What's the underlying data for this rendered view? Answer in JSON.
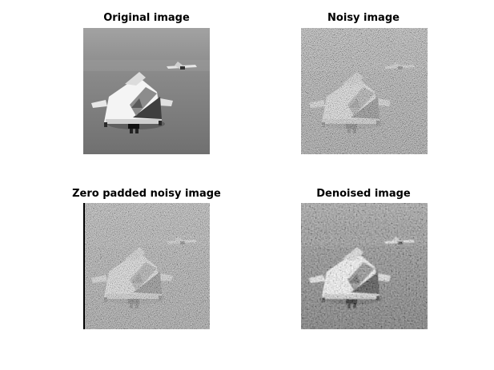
{
  "figure": {
    "background": "#ffffff",
    "panels": [
      {
        "id": "original",
        "title": "Original image",
        "noise": 0.0,
        "zero_padded": false,
        "smooth": false
      },
      {
        "id": "noisy",
        "title": "Noisy image",
        "noise": 1.0,
        "zero_padded": false,
        "smooth": false
      },
      {
        "id": "zero-padded",
        "title": "Zero padded noisy image",
        "noise": 1.0,
        "zero_padded": true,
        "smooth": false
      },
      {
        "id": "denoised",
        "title": "Denoised image",
        "noise": 0.45,
        "zero_padded": false,
        "smooth": true
      }
    ]
  }
}
